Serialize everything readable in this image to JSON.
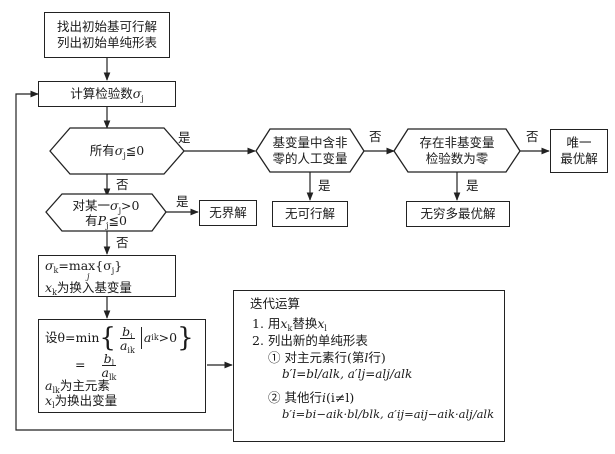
{
  "start": {
    "line1": "找出初始基可行解",
    "line2": "列出初始单纯形表"
  },
  "compute_sigma": {
    "text": "计算检验数",
    "sym": "σ",
    "sub": "j"
  },
  "check_all": {
    "pre": "所有",
    "sym": "σ",
    "sub": "j",
    "post": "≦0"
  },
  "artificial": {
    "line1": "基变量中含非",
    "line2": "零的人工变量"
  },
  "nonbasic_zero": {
    "line1": "存在非基变量",
    "line2": "检验数为零"
  },
  "unique_optimal": {
    "line1": "唯一",
    "line2": "最优解"
  },
  "check_some": {
    "line1_pre": "对某一",
    "sym": "σ",
    "sub": "j",
    "line1_post": ">0",
    "line2_pre": "有",
    "P": "P",
    "psub": "j",
    "line2_post": "≦0"
  },
  "unbounded": {
    "text": "无界解"
  },
  "infeasible": {
    "text": "无可行解"
  },
  "infinite_optimal": {
    "text": "无穷多最优解"
  },
  "select_k": {
    "eq_lhs": "σ",
    "eq_lhs_sub": "k",
    "eq_mid": "=max",
    "eq_under": "j",
    "eq_set": "{σ",
    "eq_set_sub": "j",
    "eq_close": "}",
    "line2_var": "x",
    "line2_sub": "k",
    "line2_text": "为换入基变量"
  },
  "ratio": {
    "pre": "设θ=min",
    "b_i": "b",
    "b_i_sub": "i",
    "a_ik": "a",
    "a_ik_sub": "ik",
    "cond": "a",
    "cond_sub": "ik",
    "cond_post": ">0",
    "eq": "=",
    "b_l": "b",
    "b_l_sub": "l",
    "a_lk": "a",
    "a_lk_sub": "lk",
    "pivot_var": "a",
    "pivot_sub": "lk",
    "pivot_text": "为主元素",
    "out_var": "x",
    "out_sub": "l",
    "out_text": "为换出变量"
  },
  "iterate": {
    "title": "迭代运算",
    "step1_pre": "1. 用",
    "step1_x1": "x",
    "step1_s1": "k",
    "step1_mid": "替换",
    "step1_x2": "x",
    "step1_s2": "l",
    "step2": "2. 列出新的单纯形表",
    "sub1_pre": "① 对主元素行(第",
    "sub1_var": "l",
    "sub1_post": "行)",
    "sub1_formula": "b′l=bl/alk, a′lj=alj/alk",
    "sub2_pre": "② 其他行",
    "sub2_var": "i",
    "sub2_cond": "(i≠l)",
    "sub2_formula": "b′i=bi−aik·bl/blk, a′ij=aij−aik·alj/alk"
  },
  "labels": {
    "yes": "是",
    "no": "否"
  }
}
